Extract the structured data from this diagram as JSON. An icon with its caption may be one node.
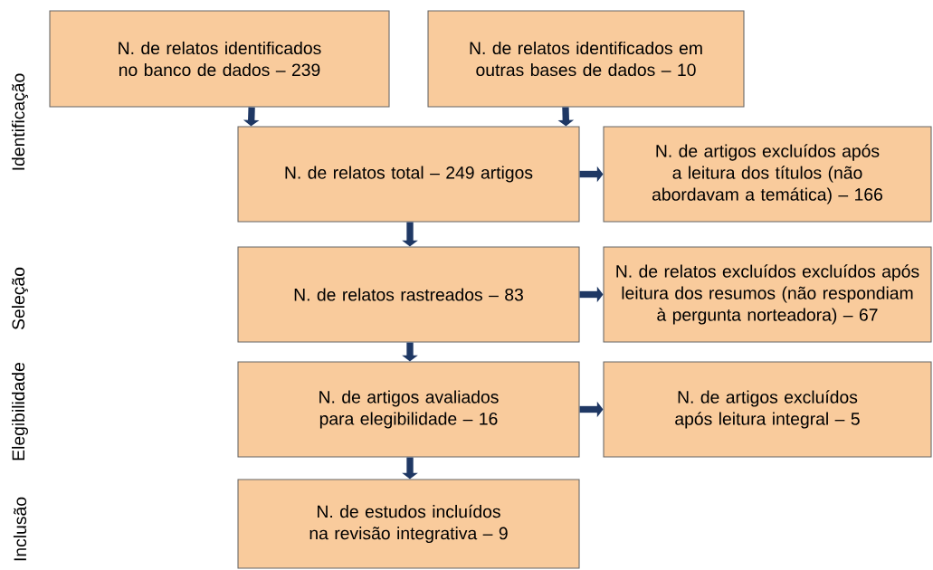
{
  "diagram": {
    "nodes": [
      {
        "text": [
          "N. de relatos identificados no banco de dados – 239"
        ]
      },
      {
        "text": [
          "N. de relatos identificados em outras bases de dados – 10"
        ]
      },
      {
        "text": [
          "N. de relatos total – 249 artigos"
        ]
      },
      {
        "text": [
          "N. de artigos excluídos após a leitura dos títulos (não abordavam a temática) – 166"
        ]
      },
      {
        "text": [
          "N. de relatos rastreados – 83"
        ]
      },
      {
        "text": [
          "N. de relatos excluídos excluídos após leitura dos resumos (não respondiam à pergunta norteadora) – 67"
        ]
      },
      {
        "text": [
          "N. de artigos avaliados para elegibilidade – 16"
        ]
      },
      {
        "text": [
          "N. de artigos excluídos após leitura integral – 5"
        ]
      },
      {
        "text": [
          "N. de estudos incluídos na revisão integrativa – 9"
        ]
      }
    ],
    "edges": [
      {
        "from": 0,
        "to": 2,
        "arrow": "to"
      },
      {
        "from": 1,
        "to": 2,
        "arrow": "to"
      },
      {
        "from": 2,
        "to": 3,
        "arrow": "to"
      },
      {
        "from": 2,
        "to": 4,
        "arrow": "to"
      },
      {
        "from": 4,
        "to": 5,
        "arrow": "to"
      },
      {
        "from": 4,
        "to": 6,
        "arrow": "to"
      },
      {
        "from": 6,
        "to": 7,
        "arrow": "to"
      },
      {
        "from": 6,
        "to": 8,
        "arrow": "to"
      }
    ],
    "labels": [
      "Identificação",
      "Seleção",
      "Elegibilidade",
      "Inclusão"
    ]
  }
}
